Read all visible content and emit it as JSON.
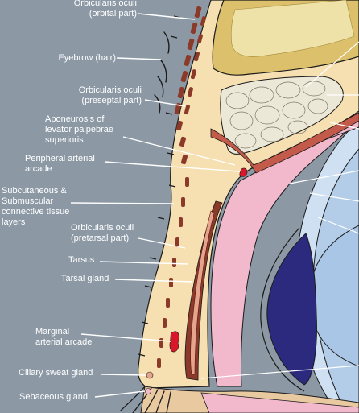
{
  "labels": {
    "orbicularis_orbital": "Orbicularis oculi\n(orbital part)",
    "eyebrow": "Eyebrow (hair)",
    "orbicularis_preseptal": "Orbicularis oculi\n(preseptal part)",
    "aponeurosis": "Aponeurosis of\nlevator palpebrae\nsuperioris",
    "peripheral_arcade": "Peripheral arterial\narcade",
    "subcutaneous": "Subcutaneous &\nSubmuscular\nconnective tissue\nlayers",
    "orbicularis_pretarsal": "Orbicularis oculi\n(pretarsal part)",
    "tarsus": "Tarsus",
    "tarsal_gland": "Tarsal gland",
    "marginal_arcade": "Marginal\narterial arcade",
    "ciliary_sweat_gland": "Ciliary sweat gland",
    "sebaceous_gland": "Sebaceous gland"
  },
  "colors": {
    "background": "#8c99a5",
    "skin": "#f6dfb0",
    "muscle": "#8b3a2a",
    "bone": "#dcc06c",
    "fat_lobules": "#ece8d8",
    "conjunctiva_pink": "#f2b9cd",
    "sclera_blue": "#b3cde8",
    "iris_dark": "#2c2a7e",
    "artery_red": "#d8182a",
    "leader_line": "#ffffff"
  }
}
